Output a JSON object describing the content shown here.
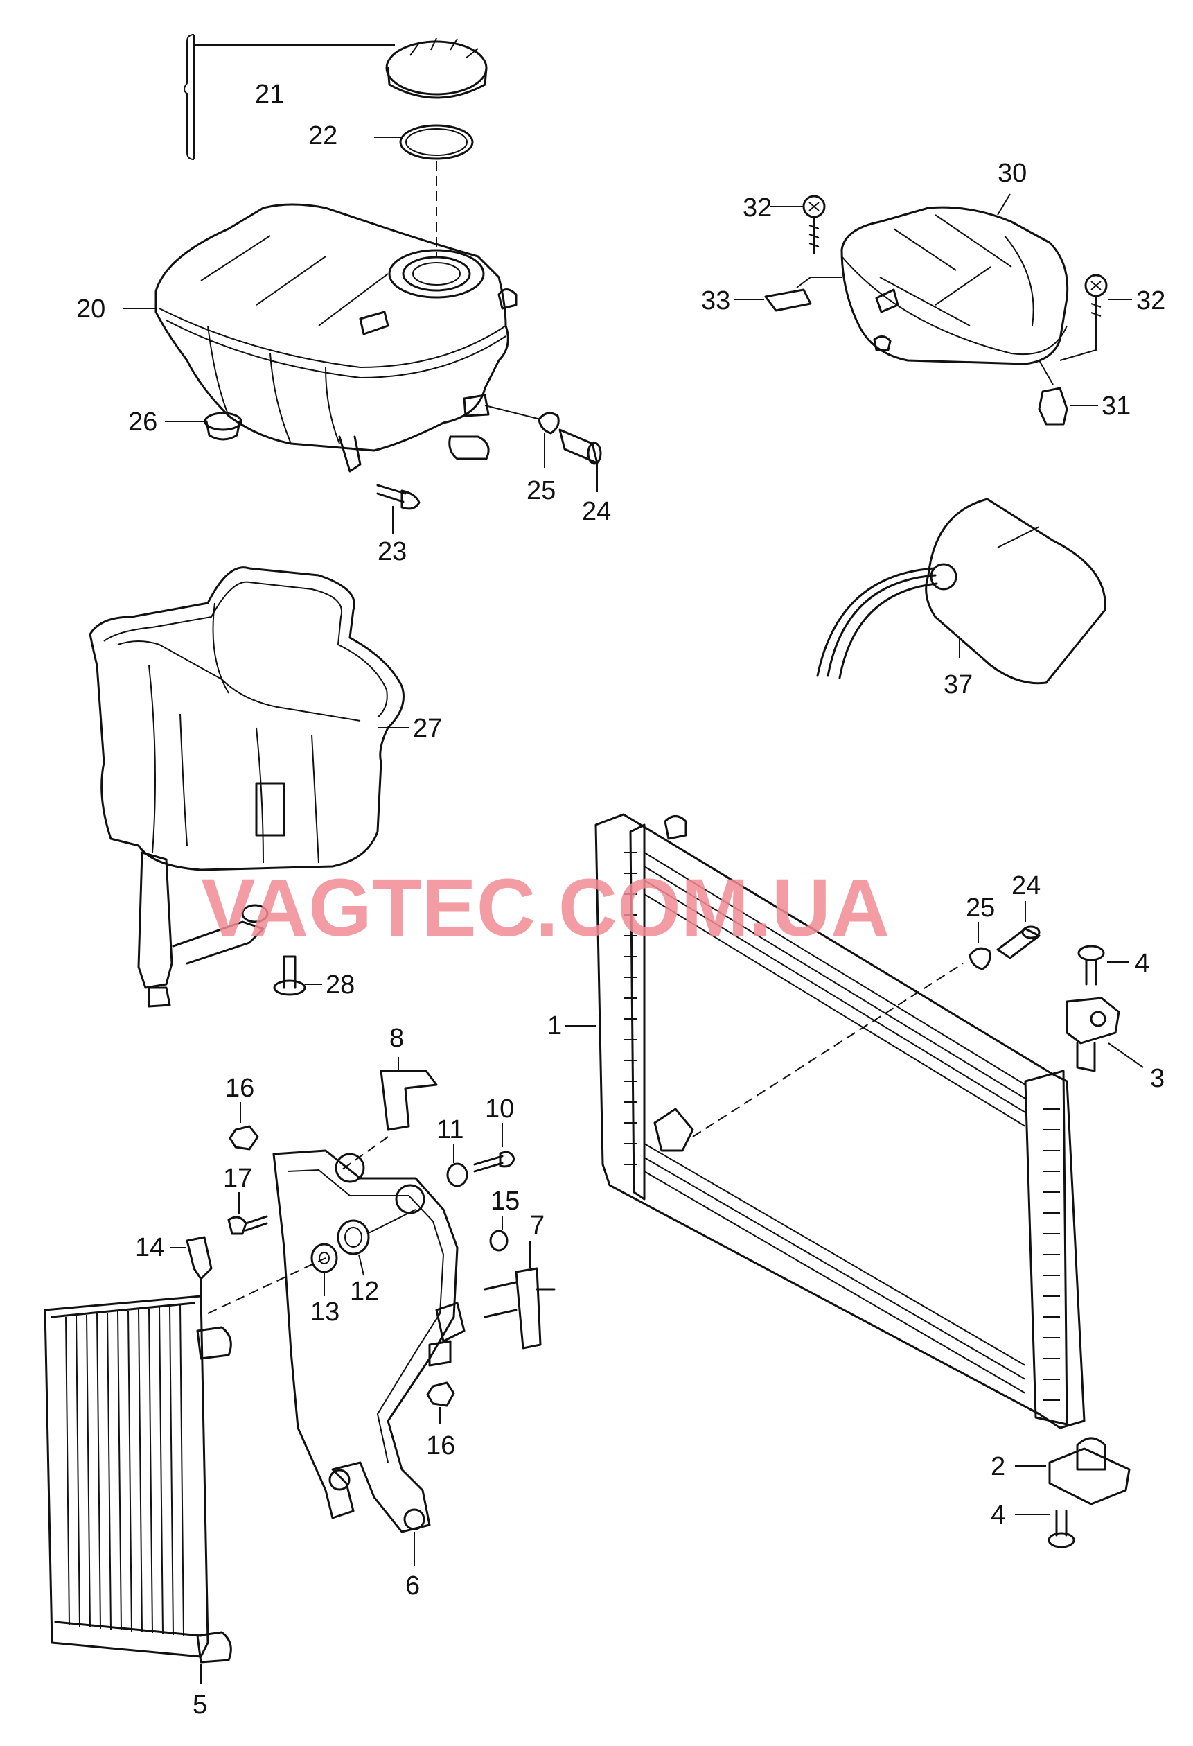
{
  "watermark": "VAGTEC.COM.UA",
  "callouts": {
    "c1": "1",
    "c2": "2",
    "c3": "3",
    "c4a": "4",
    "c4b": "4",
    "c5": "5",
    "c6": "6",
    "c7": "7",
    "c8": "8",
    "c10": "10",
    "c11": "11",
    "c12": "12",
    "c13": "13",
    "c14": "14",
    "c15": "15",
    "c16a": "16",
    "c16b": "16",
    "c17": "17",
    "c20": "20",
    "c21": "21",
    "c22": "22",
    "c23": "23",
    "c24a": "24",
    "c24b": "24",
    "c25a": "25",
    "c25b": "25",
    "c26": "26",
    "c27": "27",
    "c28": "28",
    "c30": "30",
    "c31": "31",
    "c32a": "32",
    "c32b": "32",
    "c33": "33",
    "c37": "37"
  }
}
